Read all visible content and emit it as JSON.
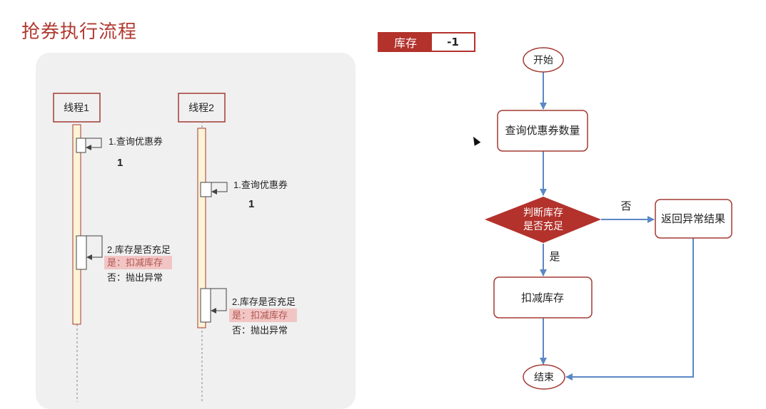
{
  "title": "抢券执行流程",
  "stock": {
    "label": "库存",
    "value": "-1"
  },
  "sequence": {
    "thread1": {
      "label": "线程1",
      "step1": "1.查询优惠券",
      "result": "1",
      "step2": "2.库存是否充足",
      "yes": "是：扣减库存",
      "no": "否：抛出异常"
    },
    "thread2": {
      "label": "线程2",
      "step1": "1.查询优惠券",
      "result": "1",
      "step2": "2.库存是否充足",
      "yes": "是：扣减库存",
      "no": "否：抛出异常"
    }
  },
  "flow": {
    "start": "开始",
    "query": "查询优惠券数量",
    "decision_line1": "判断库存",
    "decision_line2": "是否充足",
    "no_label": "否",
    "yes_label": "是",
    "error": "返回异常结果",
    "deduct": "扣减库存",
    "end": "结束"
  },
  "colors": {
    "accent": "#b3322c",
    "arrow": "#5b87c5",
    "lifeline": "#fdf3d6",
    "highlight": "#f2c5c5"
  }
}
